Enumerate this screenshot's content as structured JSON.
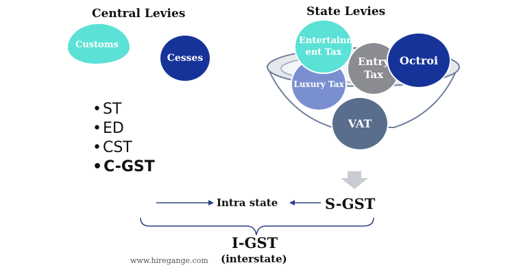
{
  "central": {
    "title": "Central Levies",
    "customs": "Customs",
    "cesses": "Cesses",
    "items": [
      "ST",
      "ED",
      "CST",
      "C-GST"
    ]
  },
  "state": {
    "title": "State Levies",
    "entertainment": "Entertainm ent Tax",
    "entry": "Entry Tax",
    "octroi": "Octroi",
    "luxury": "Luxury Tax",
    "vat": "VAT"
  },
  "flow": {
    "intra": "Intra state",
    "sgst": "S-GST",
    "igst": "I-GST",
    "interstate": "(interstate)"
  },
  "watermark": "www.hiregange.com",
  "colors": {
    "teal": "#5ce1d6",
    "navy": "#16339a",
    "gray": "#8a8c92",
    "periwinkle": "#7a8fcf",
    "slate": "#5a6d8c",
    "arrow": "#2a3f86"
  }
}
